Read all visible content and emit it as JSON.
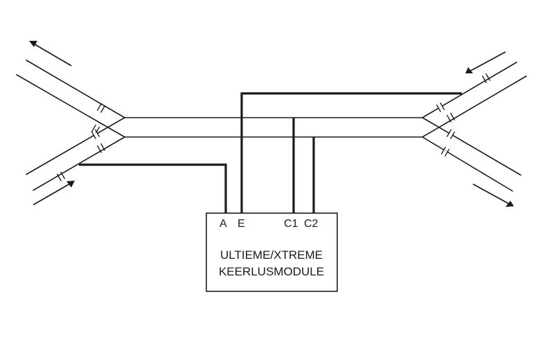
{
  "module": {
    "line1": "ULTIEME/XTREME",
    "line2": "KEERLUSMODULE",
    "terminals": {
      "a": "A",
      "e": "E",
      "c1": "C1",
      "c2": "C2"
    }
  },
  "colors": {
    "ink": "#1a1a1a",
    "background": "#ffffff"
  }
}
